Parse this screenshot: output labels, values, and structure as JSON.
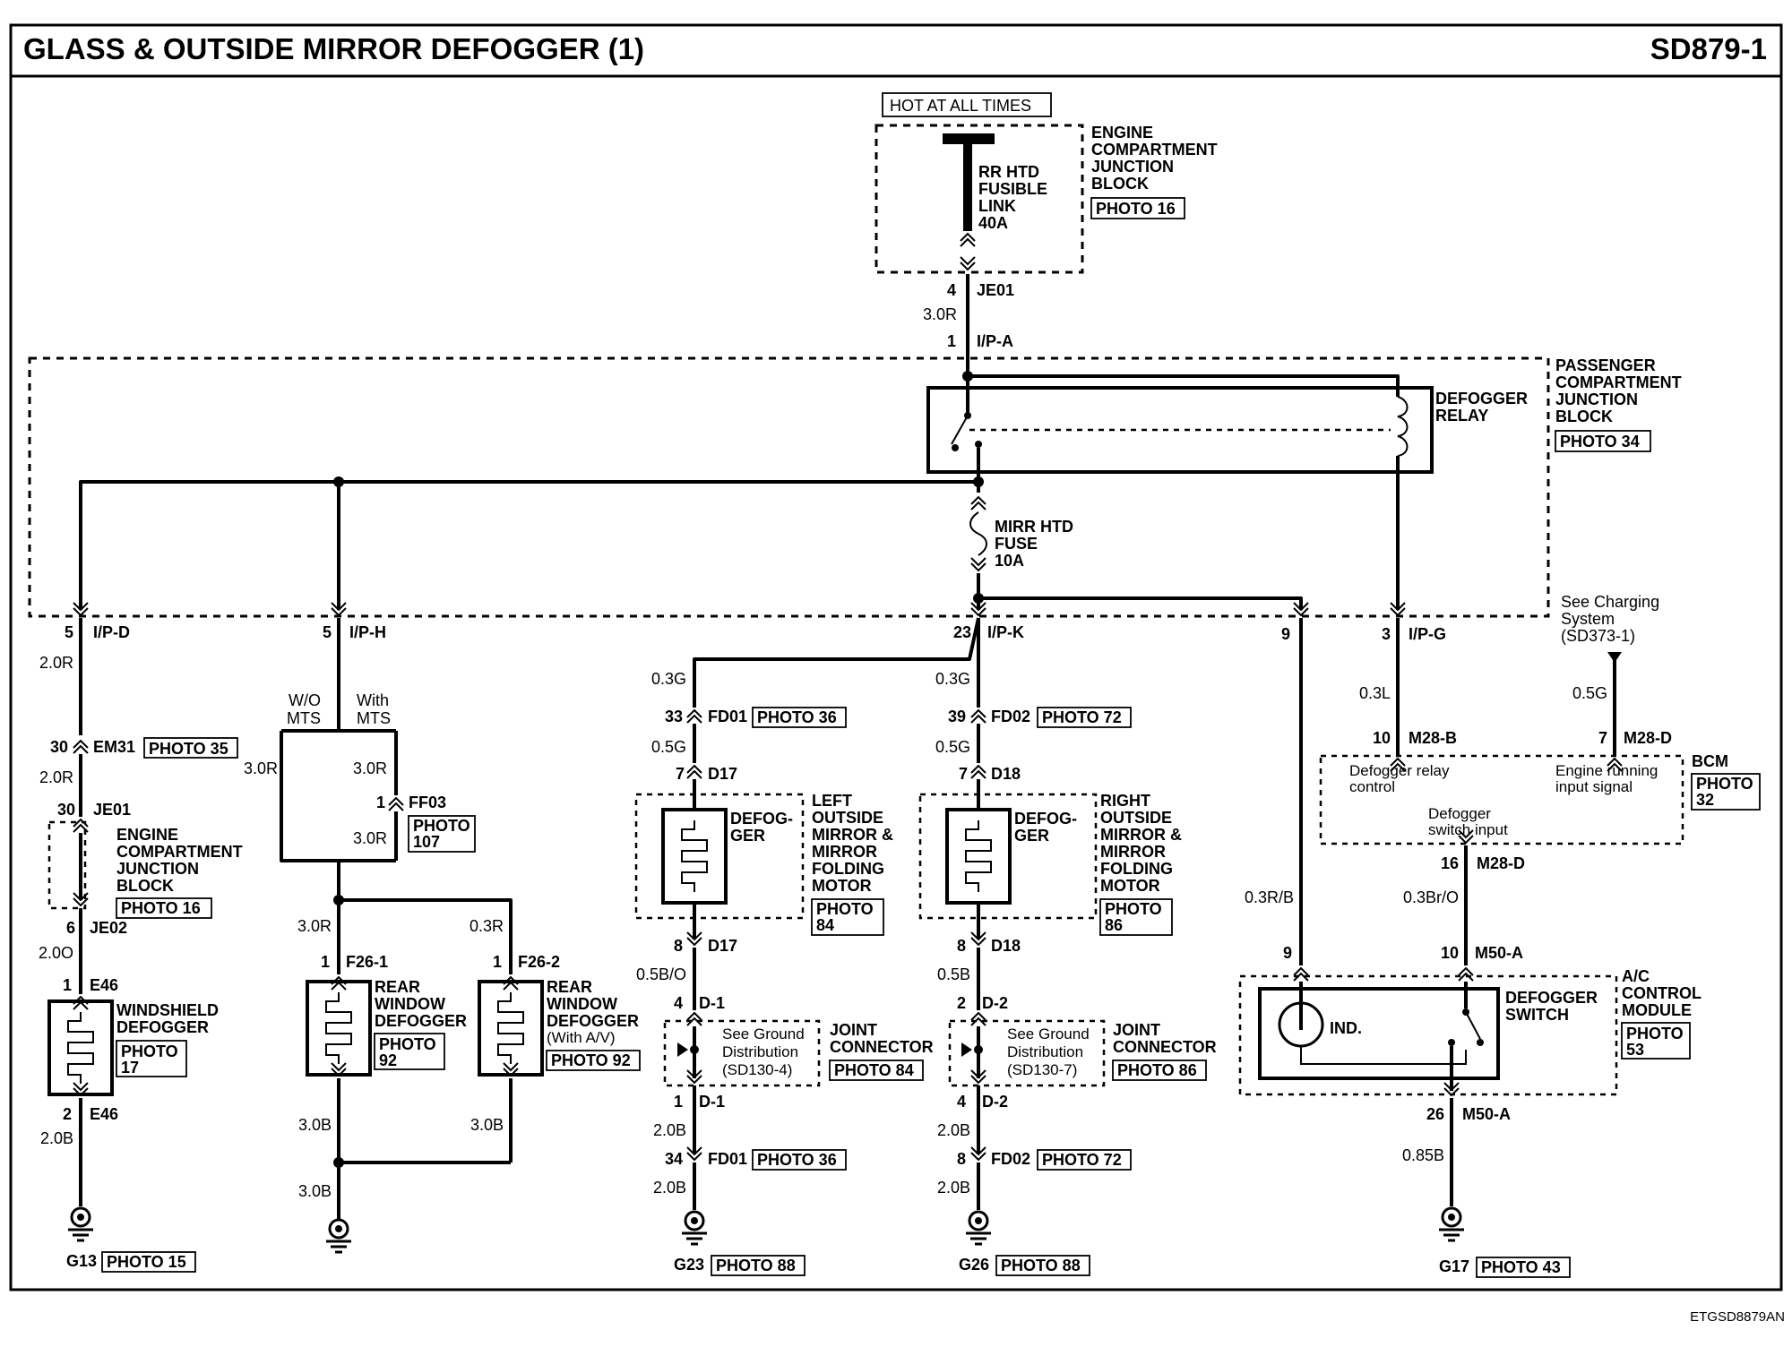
{
  "header": {
    "title": "GLASS & OUTSIDE MIRROR DEFOGGER (1)",
    "code": "SD879-1"
  },
  "footer": {
    "ref": "ETGSD8879AN"
  },
  "top": {
    "hot": "HOT AT ALL TIMES",
    "fusible": [
      "RR HTD",
      "FUSIBLE",
      "LINK",
      "40A"
    ],
    "ecjb": [
      "ENGINE",
      "COMPARTMENT",
      "JUNCTION",
      "BLOCK"
    ],
    "ecjb_photo": "PHOTO 16",
    "je01_pin": "4",
    "je01": "JE01",
    "wire_top": "3.0R",
    "ipa_pin": "1",
    "ipa": "I/P-A"
  },
  "pcjb": {
    "lines": [
      "PASSENGER",
      "COMPARTMENT",
      "JUNCTION",
      "BLOCK"
    ],
    "photo": "PHOTO 34",
    "relay": [
      "DEFOGGER",
      "RELAY"
    ],
    "fuse": [
      "MIRR HTD",
      "FUSE",
      "10A"
    ]
  },
  "charging": [
    "See Charging",
    "System",
    "(SD373-1)"
  ],
  "col1": {
    "pin_top": "5",
    "conn_top": "I/P-D",
    "wire1": "2.0R",
    "em31_pin": "30",
    "em31": "EM31",
    "em31_photo": "PHOTO 35",
    "wire2": "2.0R",
    "je01_pin": "30",
    "je01": "JE01",
    "ecjb": [
      "ENGINE",
      "COMPARTMENT",
      "JUNCTION",
      "BLOCK"
    ],
    "ecjb_photo": "PHOTO 16",
    "je02_pin": "6",
    "je02": "JE02",
    "wire3": "2.0O",
    "e46a_pin": "1",
    "e46a": "E46",
    "comp": [
      "WINDSHIELD",
      "DEFOGGER"
    ],
    "comp_photo": [
      "PHOTO",
      "17"
    ],
    "e46b_pin": "2",
    "e46b": "E46",
    "wire4": "2.0B",
    "ground": "G13",
    "ground_photo": "PHOTO 15"
  },
  "col2": {
    "pin_top": "5",
    "conn_top": "I/P-H",
    "wo": [
      "W/O",
      "MTS"
    ],
    "with": [
      "With",
      "MTS"
    ],
    "wire_l": "3.0R",
    "wire_r": "3.0R",
    "ff03_pin": "1",
    "ff03": "FF03",
    "ff03_photo": [
      "PHOTO",
      "107"
    ],
    "wire_r2": "3.0R",
    "wire_l2": "3.0R",
    "wire_r3": "0.3R",
    "f261_pin": "1",
    "f261": "F26-1",
    "f262_pin": "1",
    "f262": "F26-2",
    "rw1": [
      "REAR",
      "WINDOW",
      "DEFOGGER"
    ],
    "rw1_photo": [
      "PHOTO",
      "92"
    ],
    "rw2": [
      "REAR",
      "WINDOW",
      "DEFOGGER",
      "(With A/V)"
    ],
    "rw2_photo": "PHOTO 92",
    "wire_b1": "3.0B",
    "wire_b2": "3.0B",
    "wire_b3": "3.0B"
  },
  "col3": {
    "pin_top": "23",
    "conn_top": "I/P-K",
    "l": {
      "wire1": "0.3G",
      "fd_pin": "33",
      "fd": "FD01",
      "fd_photo": "PHOTO 36",
      "wire2": "0.5G",
      "d_pin": "7",
      "d": "D17",
      "heater": [
        "DEFOG-",
        "GER"
      ],
      "label": [
        "LEFT",
        "OUTSIDE",
        "MIRROR &",
        "MIRROR",
        "FOLDING",
        "MOTOR"
      ],
      "photo": [
        "PHOTO",
        "84"
      ],
      "d2_pin": "8",
      "d2": "D17",
      "wire3": "0.5B/O",
      "j1_pin": "4",
      "j1": "D-1",
      "gnd": [
        "See Ground",
        "Distribution",
        "(SD130-4)"
      ],
      "jc": [
        "JOINT",
        "CONNECTOR"
      ],
      "jc_photo": "PHOTO 84",
      "j2_pin": "1",
      "j2": "D-1",
      "wire4": "2.0B",
      "fd2_pin": "34",
      "fd2": "FD01",
      "fd2_photo": "PHOTO 36",
      "wire5": "2.0B",
      "ground": "G23",
      "ground_photo": "PHOTO 88"
    },
    "r": {
      "wire1": "0.3G",
      "fd_pin": "39",
      "fd": "FD02",
      "fd_photo": "PHOTO 72",
      "wire2": "0.5G",
      "d_pin": "7",
      "d": "D18",
      "heater": [
        "DEFOG-",
        "GER"
      ],
      "label": [
        "RIGHT",
        "OUTSIDE",
        "MIRROR &",
        "MIRROR",
        "FOLDING",
        "MOTOR"
      ],
      "photo": [
        "PHOTO",
        "86"
      ],
      "d2_pin": "8",
      "d2": "D18",
      "wire3": "0.5B",
      "j1_pin": "2",
      "j1": "D-2",
      "gnd": [
        "See Ground",
        "Distribution",
        "(SD130-7)"
      ],
      "jc": [
        "JOINT",
        "CONNECTOR"
      ],
      "jc_photo": "PHOTO 86",
      "j2_pin": "4",
      "j2": "D-2",
      "wire4": "2.0B",
      "fd2_pin": "8",
      "fd2": "FD02",
      "fd2_photo": "PHOTO 72",
      "wire5": "2.0B",
      "ground": "G26",
      "ground_photo": "PHOTO 88"
    }
  },
  "col4": {
    "pin9": "9",
    "ipg_pin": "3",
    "ipg": "I/P-G",
    "wire_03l": "0.3L",
    "wire_05g": "0.5G",
    "m28b_pin": "10",
    "m28b": "M28-B",
    "m28d_pin": "7",
    "m28d": "M28-D",
    "bcm": "BCM",
    "bcm_photo": [
      "PHOTO",
      "32"
    ],
    "relay_ctrl": [
      "Defogger relay",
      "control"
    ],
    "engine_sig": [
      "Engine running",
      "input signal"
    ],
    "switch_in": [
      "Defogger",
      "switch input"
    ],
    "m28d2_pin": "16",
    "m28d2": "M28-D",
    "wire_03rb": "0.3R/B",
    "wire_03bro": "0.3Br/O",
    "m50a_pin9": "9",
    "m50a_pin10": "10",
    "m50a": "M50-A",
    "ind": "IND.",
    "switch": [
      "DEFOGGER",
      "SWITCH"
    ],
    "acm": [
      "A/C",
      "CONTROL",
      "MODULE"
    ],
    "acm_photo": [
      "PHOTO",
      "53"
    ],
    "m50a2_pin": "26",
    "m50a2": "M50-A",
    "wire_085b": "0.85B",
    "ground": "G17",
    "ground_photo": "PHOTO 43"
  }
}
